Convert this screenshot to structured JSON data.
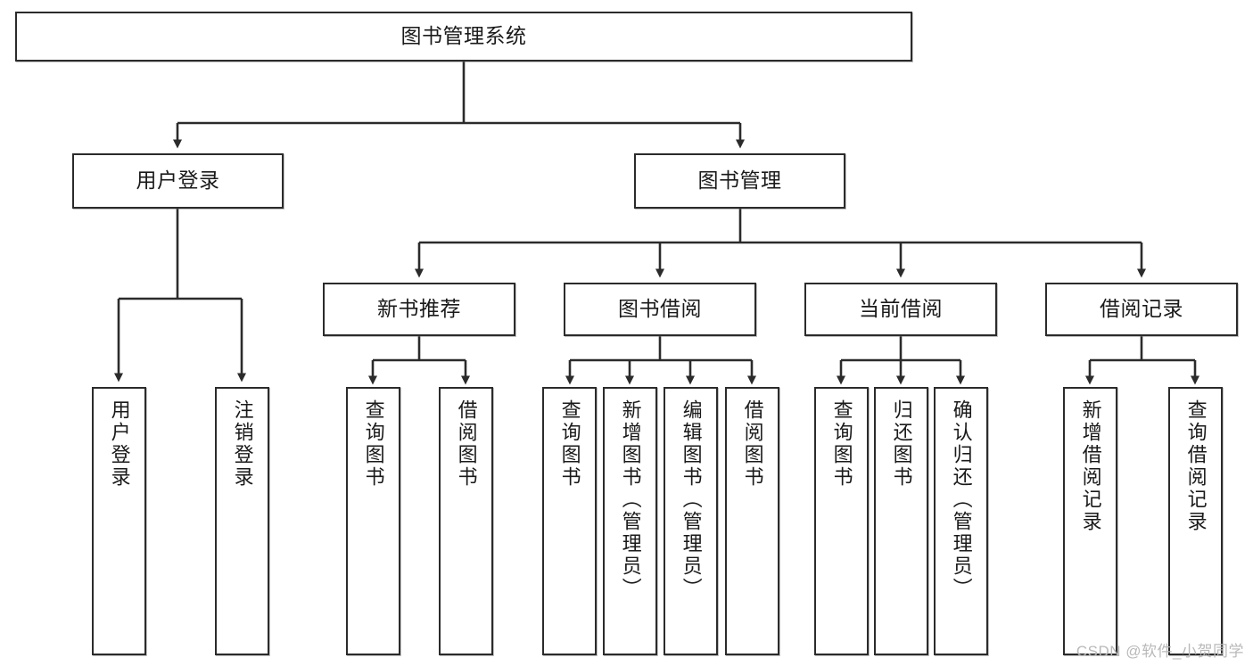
{
  "diagram": {
    "title": "图书管理系统",
    "type": "tree-hierarchy-chart",
    "watermark": "CSDN @软件_小贺同学",
    "colors": {
      "node_border": "#2b2b2b",
      "node_fill": "#ffffff",
      "edge": "#2b2b2b",
      "text": "#1a1a1a",
      "watermark": "#b9b9b9",
      "background": "#ffffff"
    },
    "root": {
      "label": "图书管理系统"
    },
    "level2": [
      {
        "id": "user-login",
        "label": "用户登录"
      },
      {
        "id": "book-management",
        "label": "图书管理"
      }
    ],
    "level3": [
      {
        "id": "new-book-recommend",
        "label": "新书推荐"
      },
      {
        "id": "book-borrow",
        "label": "图书借阅"
      },
      {
        "id": "current-borrow",
        "label": "当前借阅"
      },
      {
        "id": "borrow-record",
        "label": "借阅记录"
      }
    ],
    "leaves": {
      "user_login": [
        {
          "id": "leaf-user-login",
          "label": "用户登录"
        },
        {
          "id": "leaf-logout-login",
          "label": "注销登录"
        }
      ],
      "new_book_recommend": [
        {
          "id": "leaf-query-book-1",
          "label": "查询图书"
        },
        {
          "id": "leaf-borrow-book-1",
          "label": "借阅图书"
        }
      ],
      "book_borrow": [
        {
          "id": "leaf-query-book-2",
          "label": "查询图书"
        },
        {
          "id": "leaf-add-book",
          "label": "新增图书（管理员）"
        },
        {
          "id": "leaf-edit-book",
          "label": "编辑图书（管理员）"
        },
        {
          "id": "leaf-borrow-book-2",
          "label": "借阅图书"
        }
      ],
      "current_borrow": [
        {
          "id": "leaf-query-book-3",
          "label": "查询图书"
        },
        {
          "id": "leaf-return-book",
          "label": "归还图书"
        },
        {
          "id": "leaf-confirm-return",
          "label": "确认归还（管理员）"
        }
      ],
      "borrow_record": [
        {
          "id": "leaf-add-record",
          "label": "新增借阅记录"
        },
        {
          "id": "leaf-query-record",
          "label": "查询借阅记录"
        }
      ]
    }
  },
  "chart_data": {
    "type": "tree",
    "title": "图书管理系统",
    "nodes": [
      {
        "id": "n0",
        "label": "图书管理系统",
        "level": 0,
        "parent": null
      },
      {
        "id": "n1",
        "label": "用户登录",
        "level": 1,
        "parent": "n0"
      },
      {
        "id": "n2",
        "label": "图书管理",
        "level": 1,
        "parent": "n0"
      },
      {
        "id": "n3",
        "label": "用户登录",
        "level": 2,
        "parent": "n1"
      },
      {
        "id": "n4",
        "label": "注销登录",
        "level": 2,
        "parent": "n1"
      },
      {
        "id": "n5",
        "label": "新书推荐",
        "level": 2,
        "parent": "n2"
      },
      {
        "id": "n6",
        "label": "图书借阅",
        "level": 2,
        "parent": "n2"
      },
      {
        "id": "n7",
        "label": "当前借阅",
        "level": 2,
        "parent": "n2"
      },
      {
        "id": "n8",
        "label": "借阅记录",
        "level": 2,
        "parent": "n2"
      },
      {
        "id": "n9",
        "label": "查询图书",
        "level": 3,
        "parent": "n5"
      },
      {
        "id": "n10",
        "label": "借阅图书",
        "level": 3,
        "parent": "n5"
      },
      {
        "id": "n11",
        "label": "查询图书",
        "level": 3,
        "parent": "n6"
      },
      {
        "id": "n12",
        "label": "新增图书（管理员）",
        "level": 3,
        "parent": "n6"
      },
      {
        "id": "n13",
        "label": "编辑图书（管理员）",
        "level": 3,
        "parent": "n6"
      },
      {
        "id": "n14",
        "label": "借阅图书",
        "level": 3,
        "parent": "n6"
      },
      {
        "id": "n15",
        "label": "查询图书",
        "level": 3,
        "parent": "n7"
      },
      {
        "id": "n16",
        "label": "归还图书",
        "level": 3,
        "parent": "n7"
      },
      {
        "id": "n17",
        "label": "确认归还（管理员）",
        "level": 3,
        "parent": "n7"
      },
      {
        "id": "n18",
        "label": "新增借阅记录",
        "level": 3,
        "parent": "n8"
      },
      {
        "id": "n19",
        "label": "查询借阅记录",
        "level": 3,
        "parent": "n8"
      }
    ]
  }
}
